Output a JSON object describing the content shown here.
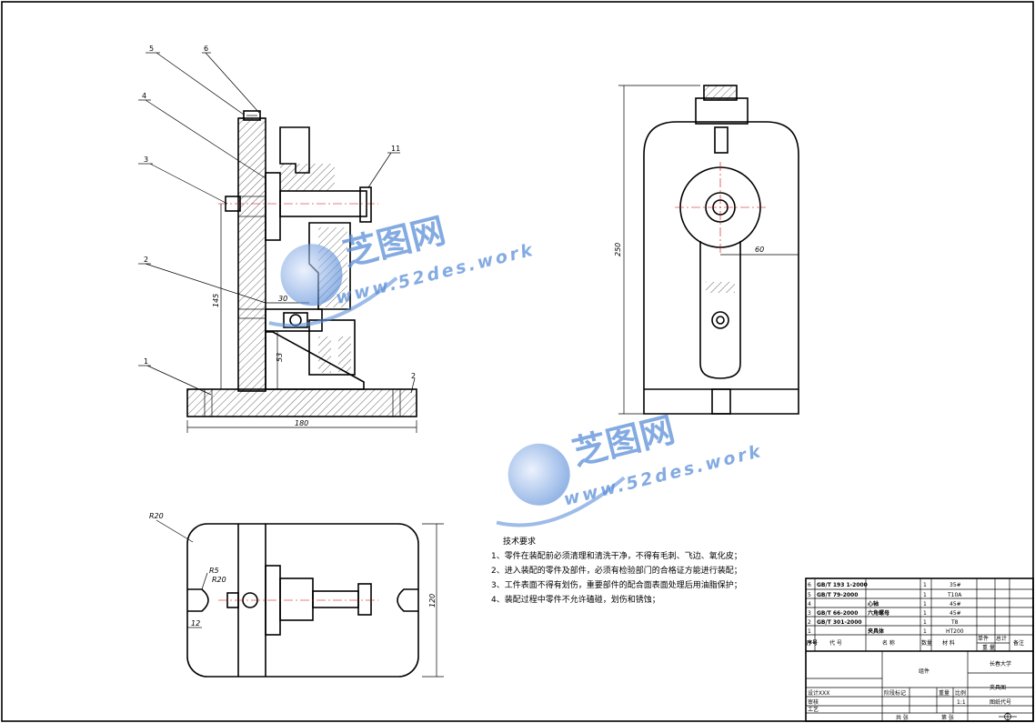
{
  "balloons": [
    "5",
    "6",
    "4",
    "3",
    "2",
    "1",
    "11",
    "2"
  ],
  "dimensions": {
    "front_width": "180",
    "front_height": "145",
    "bore_depth": "30",
    "gap_height": "53",
    "side_height": "250",
    "side_offset": "60",
    "top_radius": "R20",
    "top_slot_r": "R5",
    "top_corner": "R20",
    "top_slot_offset": "12",
    "top_height": "120"
  },
  "watermark": {
    "brand": "芝图网",
    "url": "www.52des.work"
  },
  "requirements": {
    "title": "技术要求",
    "items": [
      "1、零件在装配前必须清理和清洗干净，不得有毛刺、飞边、氧化皮；",
      "2、进入装配的零件及部件，必须有检验部门的合格证方能进行装配；",
      "3、工件表面不得有划伤，重要部件的配合面表面处理后用油脂保护；",
      "4、装配过程中零件不允许磕碰，划伤和锈蚀；"
    ]
  },
  "bom": [
    {
      "no": "6",
      "code": "GB/T 193 1-2000",
      "name": "",
      "qty": "1",
      "mat": "35#"
    },
    {
      "no": "5",
      "code": "GB/T 79-2000",
      "name": "",
      "qty": "1",
      "mat": "T10A"
    },
    {
      "no": "4",
      "code": "",
      "name": "心轴",
      "qty": "1",
      "mat": "45#"
    },
    {
      "no": "3",
      "code": "GB/T 66-2000",
      "name": "六角螺母",
      "qty": "1",
      "mat": "45#"
    },
    {
      "no": "2",
      "code": "GB/T 301-2000",
      "name": "",
      "qty": "1",
      "mat": "T8"
    },
    {
      "no": "1",
      "code": "",
      "name": "夹具体",
      "qty": "1",
      "mat": "HT200"
    }
  ],
  "bom_header": {
    "no": "序号",
    "code": "代   号",
    "name": "名   称",
    "qty": "数量",
    "mat": "材   料",
    "single": "单件",
    "total": "总计",
    "weight": "重   量",
    "note": "备注"
  },
  "title_block": {
    "school": "长春大学",
    "drawing": "夹具图",
    "assembly": "组件",
    "designer": "XXX",
    "scale": "1:1",
    "design_label": "设计",
    "process_label": "工艺",
    "review_label": "审核",
    "stage_label": "阶段标记",
    "weight_label": "重量",
    "scale_label": "比例",
    "sheets": "共  张",
    "sheet": "第  张",
    "code_label": "图纸代号"
  }
}
